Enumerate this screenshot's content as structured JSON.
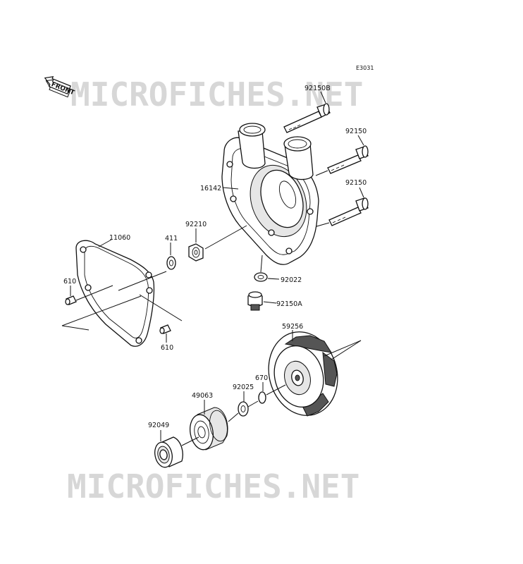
{
  "diagram": {
    "code": "E3031",
    "front_label": "FRONT",
    "watermark_top": "MICROFICHES.NET",
    "watermark_bottom": "MICROFICHES.NET"
  },
  "parts": [
    {
      "id": "92150B",
      "label": "92150B"
    },
    {
      "id": "92150-upper",
      "label": "92150"
    },
    {
      "id": "92150-lower",
      "label": "92150"
    },
    {
      "id": "16142",
      "label": "16142"
    },
    {
      "id": "11060",
      "label": "11060"
    },
    {
      "id": "411",
      "label": "411"
    },
    {
      "id": "92210",
      "label": "92210"
    },
    {
      "id": "610-left",
      "label": "610"
    },
    {
      "id": "610-right",
      "label": "610"
    },
    {
      "id": "92022",
      "label": "92022"
    },
    {
      "id": "92150A",
      "label": "92150A"
    },
    {
      "id": "59256",
      "label": "59256"
    },
    {
      "id": "670",
      "label": "670"
    },
    {
      "id": "92025",
      "label": "92025"
    },
    {
      "id": "49063",
      "label": "49063"
    },
    {
      "id": "92049",
      "label": "92049"
    }
  ],
  "colors": {
    "line": "#111111",
    "watermark": "#d7d7d7",
    "background": "#ffffff"
  }
}
